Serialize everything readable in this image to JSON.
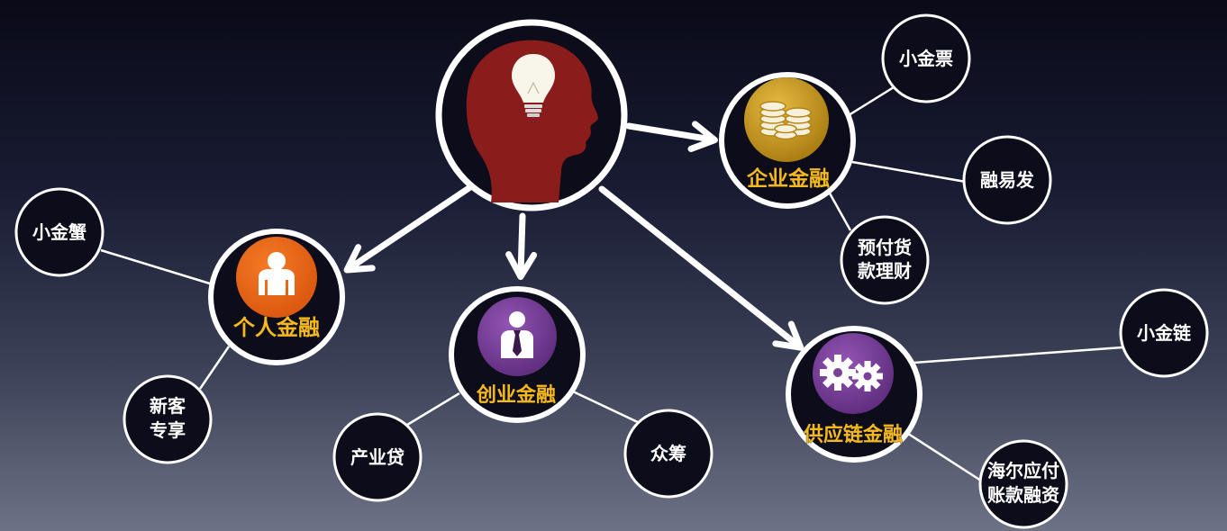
{
  "hubs": {
    "enterprise": {
      "label": "企业金融"
    },
    "personal": {
      "label": "个人金融"
    },
    "startup": {
      "label": "创业金融"
    },
    "supply_chain": {
      "label": "供应链金融"
    }
  },
  "leaves": {
    "xiaojinpiao": {
      "line1": "小金票",
      "line2": ""
    },
    "rongyifa": {
      "line1": "融易发",
      "line2": ""
    },
    "yufuhuo": {
      "line1": "预付货",
      "line2": "款理财"
    },
    "xiaojinxie": {
      "line1": "小金蟹",
      "line2": ""
    },
    "xinke": {
      "line1": "新客",
      "line2": "专享"
    },
    "chanyedai": {
      "line1": "产业贷",
      "line2": ""
    },
    "zhongchou": {
      "line1": "众筹",
      "line2": ""
    },
    "xiaojinlian": {
      "line1": "小金链",
      "line2": ""
    },
    "haier": {
      "line1": "海尔应付",
      "line2": "账款融资"
    }
  },
  "colors": {
    "head": "#8b1c1c",
    "enterprise_icon": "#c99a18",
    "personal_icon": "#ee6a1a",
    "startup_icon": "#7a3f98",
    "supply_icon": "#7a3f98",
    "hub_label": "#f5b820",
    "lines": "#ffffff"
  },
  "icons": {
    "center": "head-with-lightbulb-icon",
    "enterprise": "coin-stack-icon",
    "personal": "person-icon",
    "startup": "businessman-icon",
    "supply_chain": "gears-icon"
  }
}
